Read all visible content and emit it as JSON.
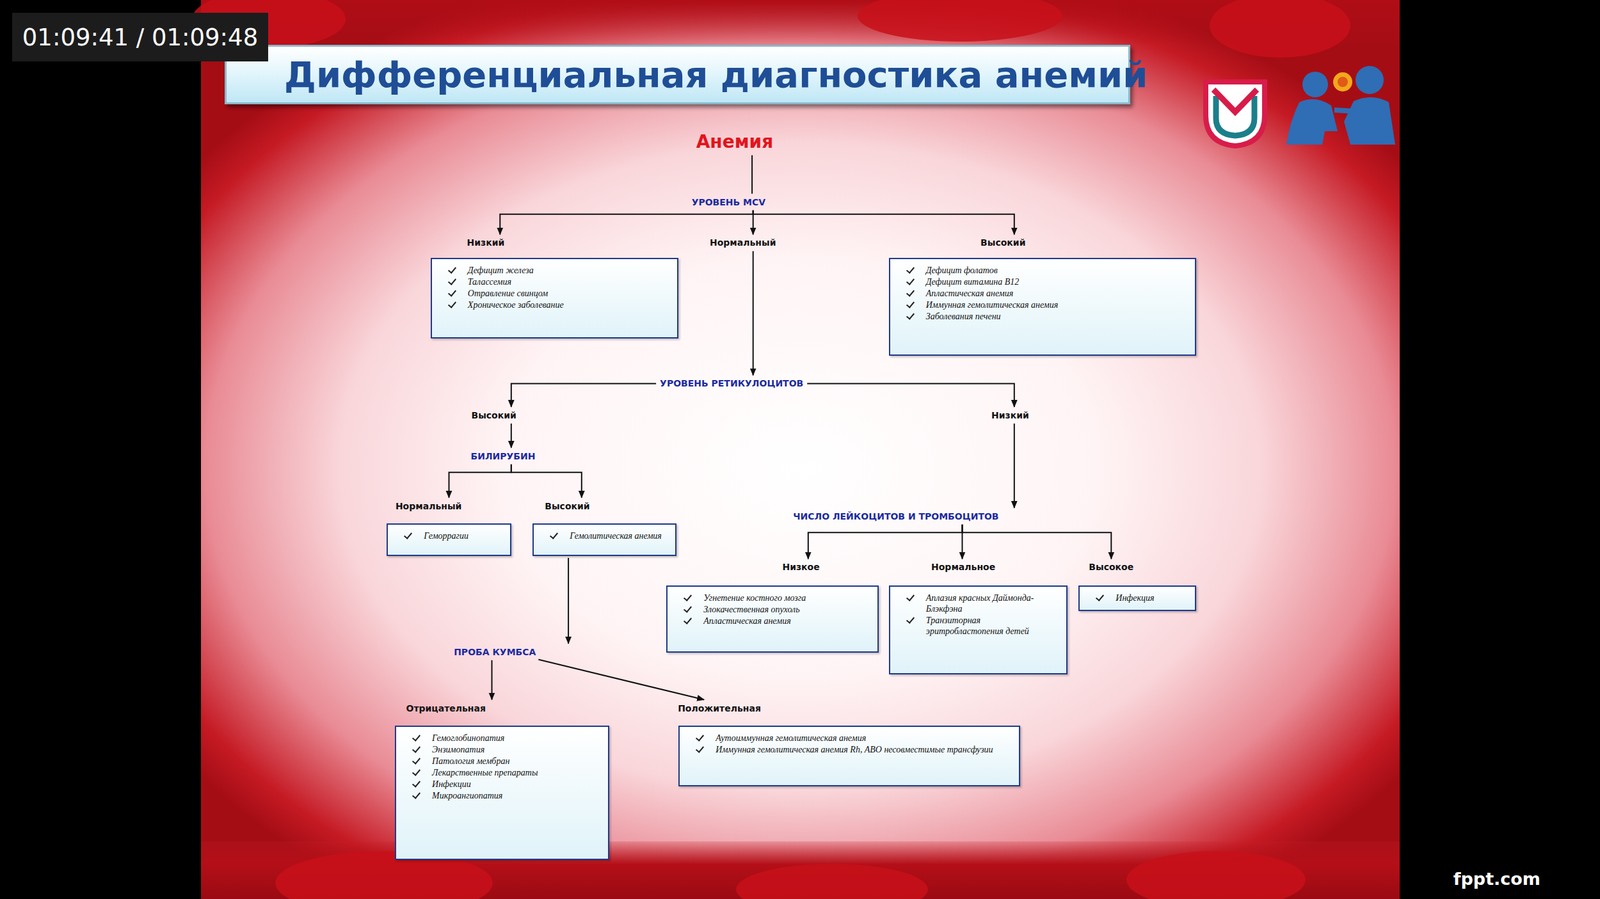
{
  "diagram": {
    "title": "Дифференциальная диагностика анемий",
    "nodes": [
      {
        "text": [
          "Анемия"
        ]
      },
      {
        "text": [
          "УРОВЕНЬ MCV"
        ]
      },
      {
        "text": [
          "Низкий"
        ]
      },
      {
        "text": [
          "Нормальный"
        ]
      },
      {
        "text": [
          "Высокий"
        ]
      },
      {
        "text": [
          "Дефицит железа",
          "Талассемия",
          "Отравление свинцом",
          "Хроническое заболевание"
        ]
      },
      {
        "text": [
          "Дефицит фолатов",
          "Дефицит витамина B12",
          "Апластическая анемия",
          "Иммунная гемолитическая анемия",
          "Заболевания печени"
        ]
      },
      {
        "text": [
          "УРОВЕНЬ РЕТИКУЛОЦИТОВ"
        ]
      },
      {
        "text": [
          "Высокий"
        ]
      },
      {
        "text": [
          "Низкий"
        ]
      },
      {
        "text": [
          "БИЛИРУБИН"
        ]
      },
      {
        "text": [
          "Нормальный"
        ]
      },
      {
        "text": [
          "Высокий"
        ]
      },
      {
        "text": [
          "Геморрагии"
        ]
      },
      {
        "text": [
          "Гемолитическая анемия"
        ]
      },
      {
        "text": [
          "ЧИСЛО ЛЕЙКОЦИТОВ И ТРОМБОЦИТОВ"
        ]
      },
      {
        "text": [
          "Низкое"
        ]
      },
      {
        "text": [
          "Нормальное"
        ]
      },
      {
        "text": [
          "Высокое"
        ]
      },
      {
        "text": [
          "Угнетение костного мозга",
          "Злокачественная опухоль",
          "Апластическая анемия"
        ]
      },
      {
        "text": [
          "Аплазия красных Даймонда-Блэкфэна",
          "Транзиторная эритробластопения детей"
        ]
      },
      {
        "text": [
          "Инфекция"
        ]
      },
      {
        "text": [
          "ПРОБА КУМБСА"
        ]
      },
      {
        "text": [
          "Отрицательная"
        ]
      },
      {
        "text": [
          "Положительная"
        ]
      },
      {
        "text": [
          "Гемоглобинопатия",
          "Энзимопатия",
          "Патология мембран",
          "Лекарственные препараты",
          "Инфекции",
          "Микроангиопатия"
        ]
      },
      {
        "text": [
          "Аутоиммунная гемолитическая анемия",
          "Иммунная гемолитическая анемия Rh, ABO несовместимые трансфузии"
        ]
      }
    ],
    "edges": [
      {
        "from": 0,
        "to": 1,
        "arrow": "none"
      },
      {
        "from": 1,
        "to": 2,
        "arrow": "to"
      },
      {
        "from": 1,
        "to": 3,
        "arrow": "to"
      },
      {
        "from": 1,
        "to": 4,
        "arrow": "to"
      },
      {
        "from": 3,
        "to": 7,
        "arrow": "to"
      },
      {
        "from": 7,
        "to": 8,
        "arrow": "to"
      },
      {
        "from": 7,
        "to": 9,
        "arrow": "to"
      },
      {
        "from": 8,
        "to": 10,
        "arrow": "to"
      },
      {
        "from": 10,
        "to": 11,
        "arrow": "to"
      },
      {
        "from": 10,
        "to": 12,
        "arrow": "to"
      },
      {
        "from": 9,
        "to": 15,
        "arrow": "to"
      },
      {
        "from": 15,
        "to": 16,
        "arrow": "to"
      },
      {
        "from": 15,
        "to": 17,
        "arrow": "to"
      },
      {
        "from": 15,
        "to": 18,
        "arrow": "to"
      },
      {
        "from": 14,
        "to": 22,
        "arrow": "to"
      },
      {
        "from": 22,
        "to": 23,
        "arrow": "to"
      },
      {
        "from": 22,
        "to": 24,
        "arrow": "to"
      }
    ],
    "labels": [
      "01:09:41 / 01:09:48",
      "fppt.com"
    ]
  }
}
